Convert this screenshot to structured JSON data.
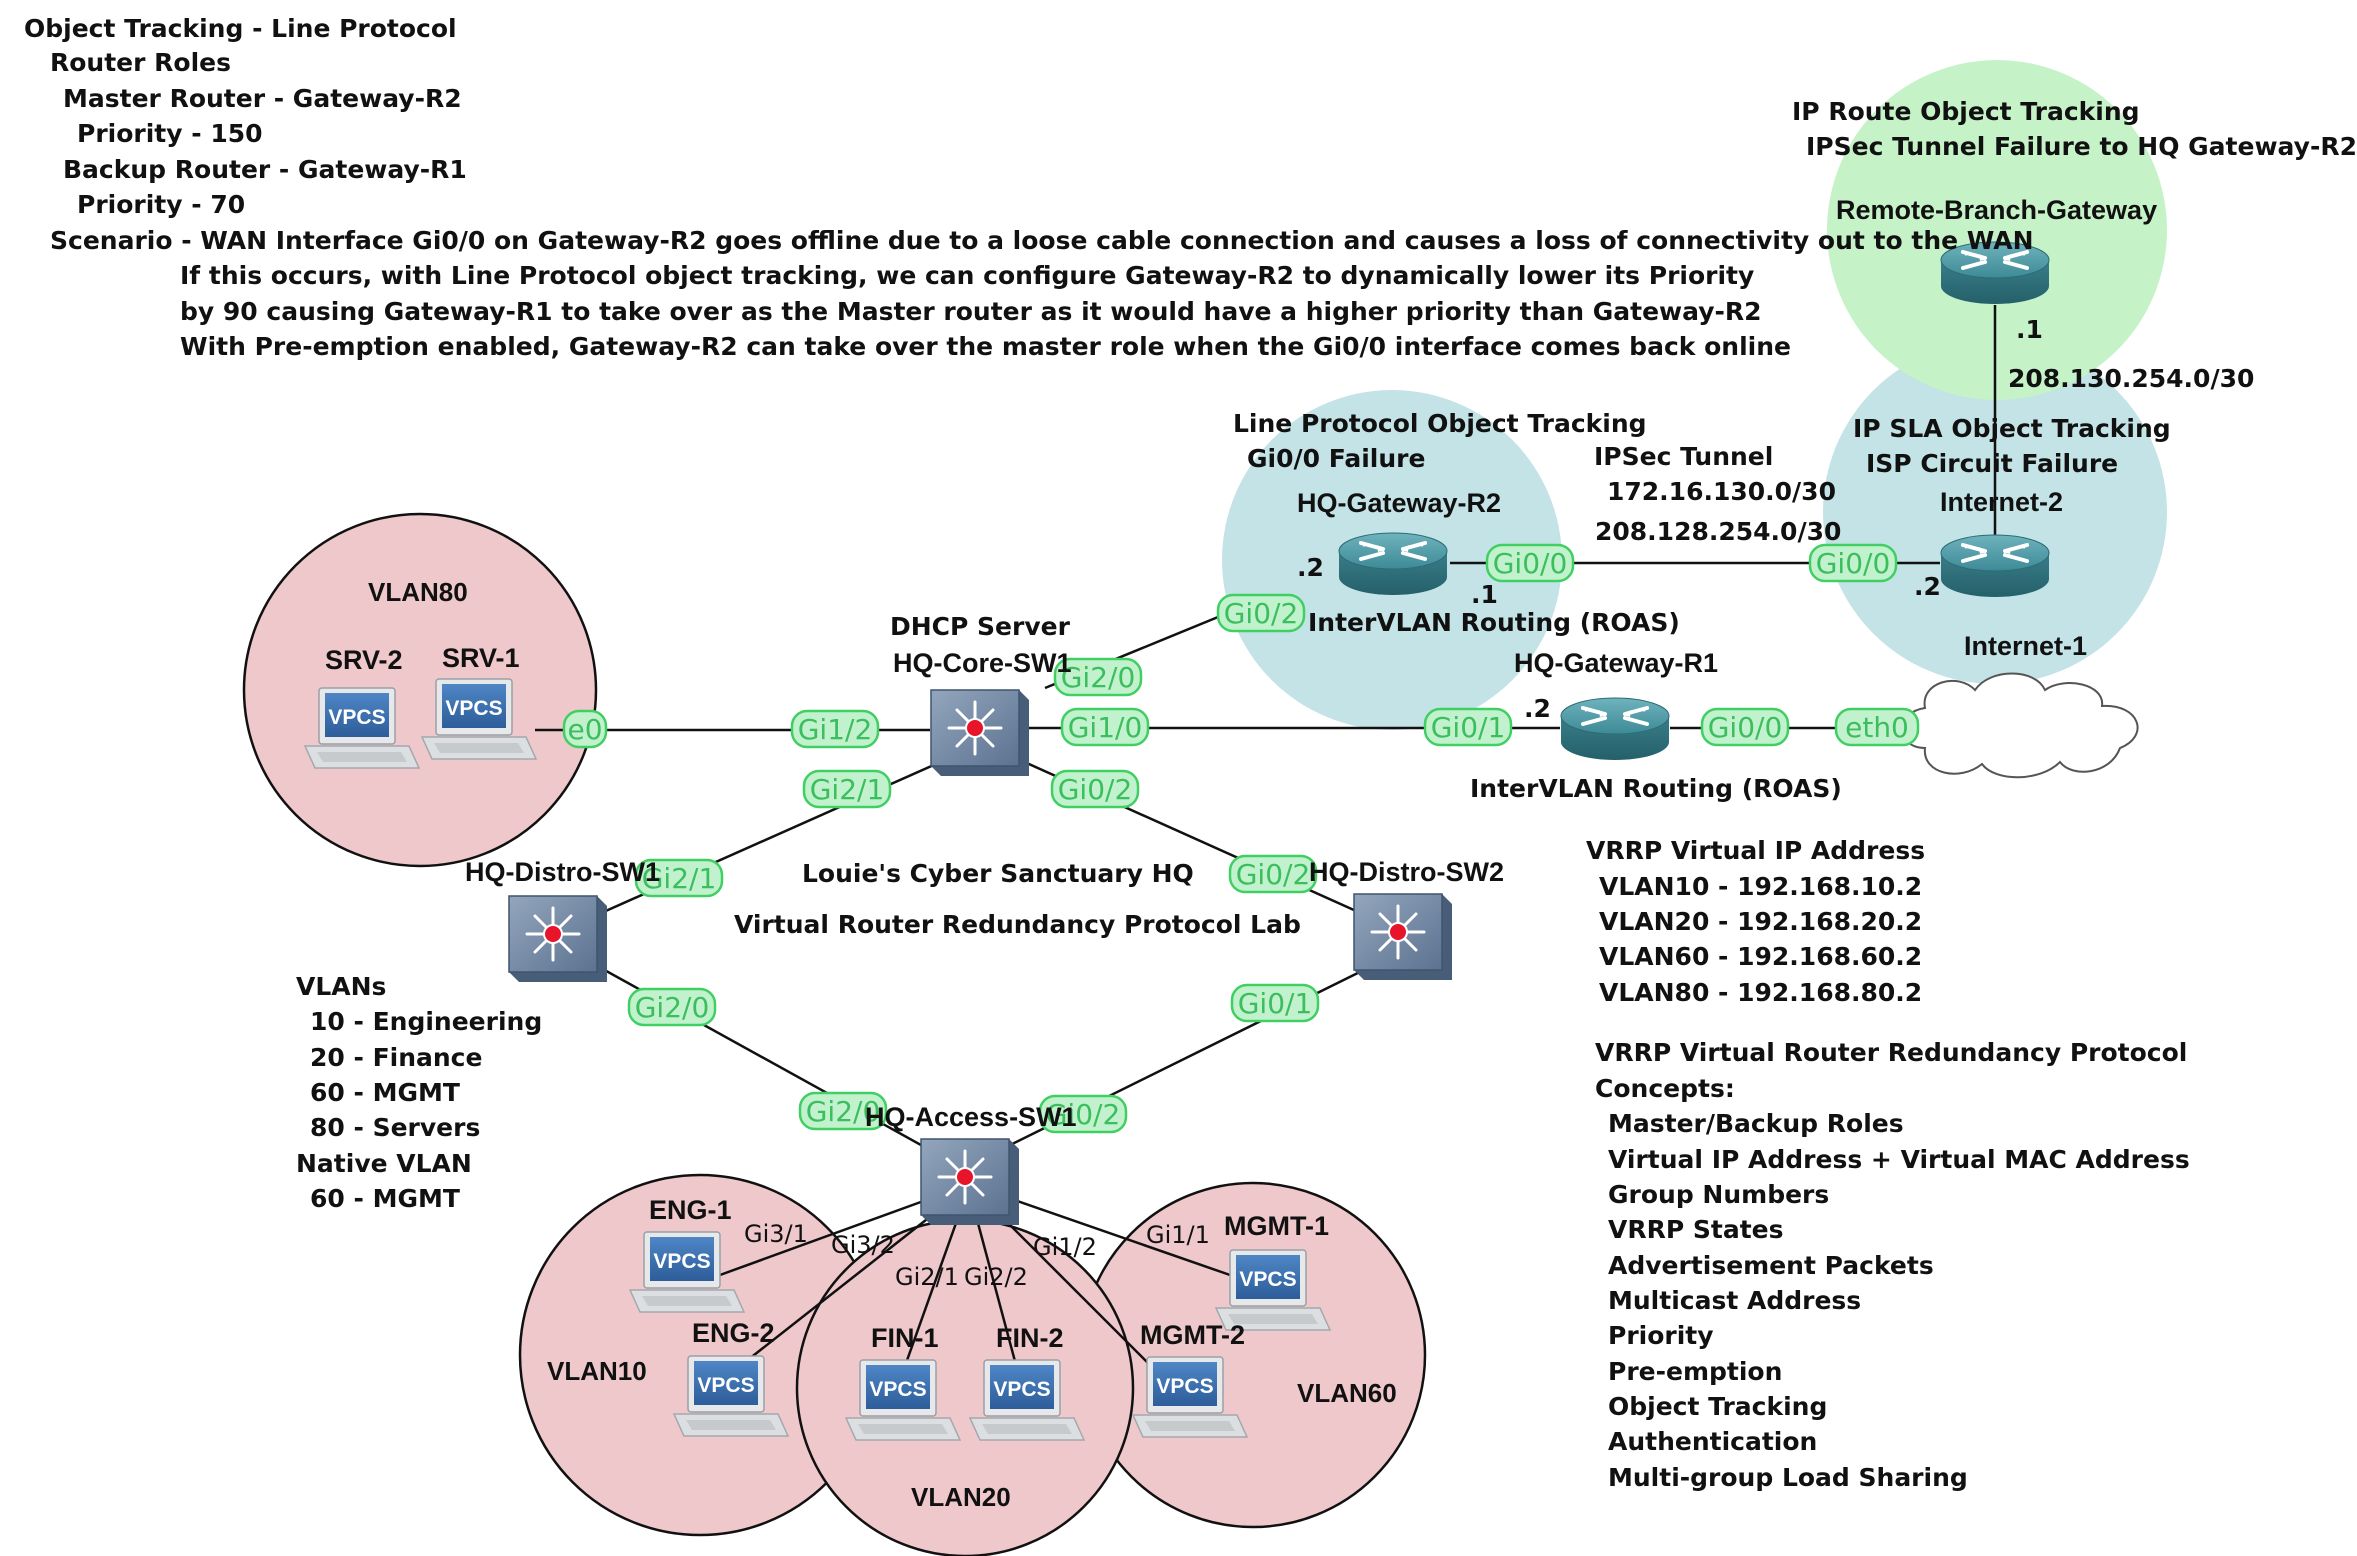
{
  "notes": {
    "title": "Object Tracking - Line Protocol",
    "roles_heading": "Router Roles",
    "master_router": "Master Router - Gateway-R2",
    "master_priority": "Priority - 150",
    "backup_router": "Backup Router - Gateway-R1",
    "backup_priority": "Priority - 70",
    "scenario_line1": "Scenario - WAN Interface Gi0/0 on Gateway-R2 goes offline due to a loose cable connection and causes a loss of connectivity out to the WAN",
    "scenario_line2": "If this occurs, with Line Protocol object tracking, we can configure Gateway-R2 to dynamically lower its Priority",
    "scenario_line3": "by 90 causing Gateway-R1 to take over as the Master router as it would have a higher priority than Gateway-R2",
    "scenario_line4": "With Pre-emption enabled, Gateway-R2 can take over the master role when the Gi0/0 interface comes back online"
  },
  "ip_route_tracking": {
    "title": "IP Route Object Tracking",
    "subtitle": "IPSec Tunnel Failure to HQ Gateway-R2"
  },
  "ip_sla_tracking": {
    "title": "IP SLA Object Tracking",
    "subtitle": "ISP Circuit Failure"
  },
  "line_protocol_tracking": {
    "title": "Line Protocol Object Tracking",
    "subtitle": "Gi0/0 Failure"
  },
  "ipsec": {
    "title": "IPSec Tunnel",
    "subnet": "172.16.130.0/30"
  },
  "wan_subnet": "208.128.254.0/30",
  "branch_subnet": "208.130.254.0/30",
  "lab_title": "Louie's Cyber Sanctuary HQ",
  "lab_subtitle": "Virtual Router Redundancy Protocol Lab",
  "dhcp_label": "DHCP Server",
  "vlans_legend": {
    "heading": "VLANs",
    "items": [
      "10 - Engineering",
      "20 - Finance",
      "60 - MGMT",
      "80 - Servers"
    ],
    "native_heading": "Native VLAN",
    "native_item": "60 - MGMT"
  },
  "vrrp_vip": {
    "heading": "VRRP Virtual IP Address",
    "items": [
      "VLAN10 - 192.168.10.2",
      "VLAN20 - 192.168.20.2",
      "VLAN60 - 192.168.60.2",
      "VLAN80 - 192.168.80.2"
    ]
  },
  "vrrp_concepts": {
    "heading_line1": "VRRP Virtual Router Redundancy Protocol",
    "heading_line2": "Concepts:",
    "items": [
      "Master/Backup Roles",
      "Virtual IP Address + Virtual MAC Address",
      "Group Numbers",
      "VRRP States",
      "Advertisement Packets",
      "Multicast Address",
      "Priority",
      "Pre-emption",
      "Object Tracking",
      "Authentication",
      "Multi-group Load Sharing"
    ]
  },
  "devices": {
    "remote_branch": "Remote-Branch-Gateway",
    "internet2": "Internet-2",
    "internet1": "Internet-1",
    "hq_r2": "HQ-Gateway-R2",
    "hq_r1": "HQ-Gateway-R1",
    "core_sw": "HQ-Core-SW1",
    "distro1": "HQ-Distro-SW1",
    "distro2": "HQ-Distro-SW2",
    "access": "HQ-Access-SW1",
    "srv1": "SRV-1",
    "srv2": "SRV-2",
    "eng1": "ENG-1",
    "eng2": "ENG-2",
    "fin1": "FIN-1",
    "fin2": "FIN-2",
    "mgmt1": "MGMT-1",
    "mgmt2": "MGMT-2",
    "vpcs": "VPCS"
  },
  "roas": "InterVLAN Routing (ROAS)",
  "vlan_labels": {
    "vlan80": "VLAN80",
    "vlan10": "VLAN10",
    "vlan20": "VLAN20",
    "vlan60": "VLAN60"
  },
  "ip_suffixes": {
    "branch_dot1": ".1",
    "r2_dot2": ".2",
    "r2_dot1": ".1",
    "inet2_dot2": ".2",
    "r1_dot2": ".2"
  },
  "interfaces": {
    "r2_gi00": "Gi0/0",
    "inet2_gi00": "Gi0/0",
    "r2_gi02": "Gi0/2",
    "core_gi20": "Gi2/0",
    "core_gi12": "Gi1/2",
    "srv_e0": "e0",
    "core_gi10": "Gi1/0",
    "r1_gi01": "Gi0/1",
    "r1_gi00": "Gi0/0",
    "inet1_eth": "eth0",
    "core_gi21": "Gi2/1",
    "core_gi02": "Gi0/2",
    "d1_gi21": "Gi2/1",
    "d2_gi02": "Gi0/2",
    "d1_gi20": "Gi2/0",
    "d2_gi01": "Gi0/1",
    "acc_gi20": "Gi2/0",
    "acc_gi02": "Gi0/2",
    "acc_gi31": "Gi3/1",
    "acc_gi32": "Gi3/2",
    "acc_gi21": "Gi2/1",
    "acc_gi22": "Gi2/2",
    "acc_gi12": "Gi1/2",
    "acc_gi11": "Gi1/1"
  }
}
